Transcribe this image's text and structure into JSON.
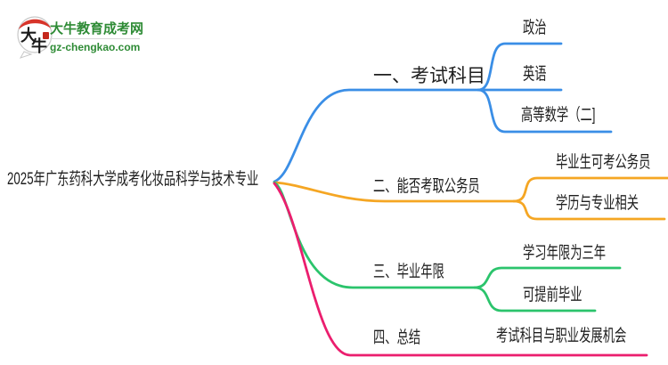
{
  "logo": {
    "title": "大牛教育成考网",
    "subtitle": "gz-chengkao.com",
    "brand_color": "#2E8B35",
    "icon": {
      "char_top": "大",
      "char_bottom": "牛",
      "cap_color": "#D7342A",
      "seal_color": "#C5281C"
    }
  },
  "mindmap": {
    "root_label": "2025年广东药科大学成考化妆品科学与技术专业",
    "text_color": "#1e1e1e",
    "branches": [
      {
        "label": "一、考试科目",
        "color": "#3A8EE6",
        "children": [
          {
            "label": "政治"
          },
          {
            "label": "英语"
          },
          {
            "label": "高等数学（二]"
          }
        ]
      },
      {
        "label": "二、能否考取公务员",
        "color": "#F5A623",
        "children": [
          {
            "label": "毕业生可考公务员"
          },
          {
            "label": "学历与专业相关"
          }
        ]
      },
      {
        "label": "三、毕业年限",
        "color": "#2BC46C",
        "children": [
          {
            "label": "学习年限为三年"
          },
          {
            "label": "可提前毕业"
          }
        ]
      },
      {
        "label": "四、总结",
        "color": "#EB1E6E",
        "children": [
          {
            "label": "考试科目与职业发展机会"
          }
        ]
      }
    ]
  }
}
